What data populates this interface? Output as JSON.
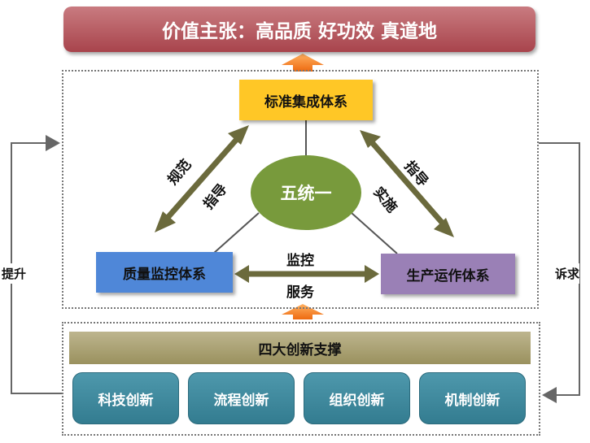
{
  "title": "价值主张：高品质 好功效 真道地",
  "nodes": {
    "standard": "标准集成体系",
    "quality": "质量监控体系",
    "production": "生产运作体系",
    "center": "五统一"
  },
  "edge_labels": {
    "guifan": "规范",
    "zhidao_left": "指导",
    "zhidao_right": "指导",
    "shishi": "实施",
    "jiankong": "监控",
    "fuwu": "服务"
  },
  "support_title": "四大创新支撑",
  "innovations": [
    "科技创新",
    "流程创新",
    "组织创新",
    "机制创新"
  ],
  "side_labels": {
    "left": "提升",
    "right": "诉求"
  },
  "colors": {
    "title": "#a8444c",
    "standard": "#ffc726",
    "quality": "#4f87d8",
    "production": "#9a80b6",
    "center": "#789a3c",
    "support": "#a69d6c",
    "innovation": "#3d889c",
    "arrow_up": "#f07a1c",
    "double_arrow": "#6b6a3c"
  }
}
